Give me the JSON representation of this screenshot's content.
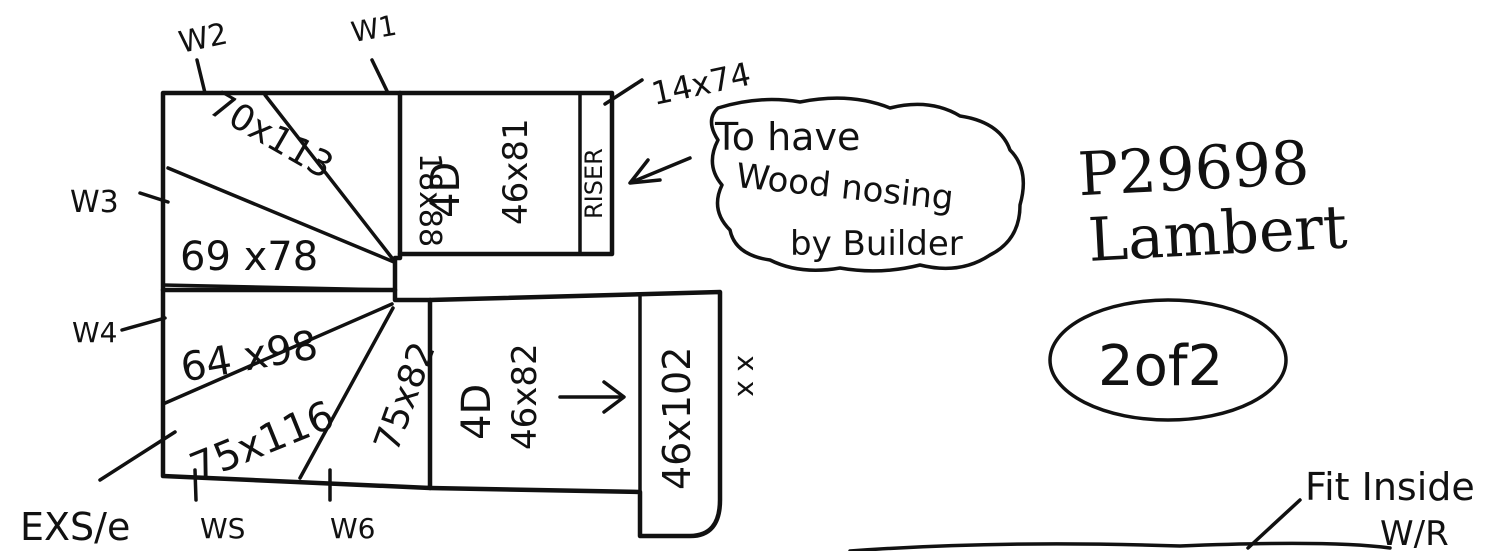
{
  "winders": {
    "w1": "W1",
    "w2": "W2",
    "w3": "W3",
    "w4": "W4",
    "w5": "WS",
    "w6": "W6"
  },
  "treads": {
    "t_70x113": "70x113",
    "t_18x88": "18x88",
    "t_69x78": "69 x78",
    "t_64x98": "64 x98",
    "t_75x116": "75x116",
    "t_75x82": "75x82"
  },
  "upper_flight": {
    "count": "4D",
    "size": "46x81",
    "riser_label": "RISER",
    "riser_size": "14x74"
  },
  "lower_flight": {
    "count": "4D",
    "size": "46x82",
    "landing_size": "46x102",
    "x_marks": "x x"
  },
  "notes": {
    "nosing_line1": "To have",
    "nosing_line2": "Wood nosing",
    "nosing_line3": "by Builder",
    "exsle": "EXS/e",
    "fit_inside_line1": "Fit Inside",
    "fit_inside_line2": "W/R"
  },
  "job": {
    "ref": "P29698",
    "name": "Lambert",
    "sheet": "2of2"
  }
}
